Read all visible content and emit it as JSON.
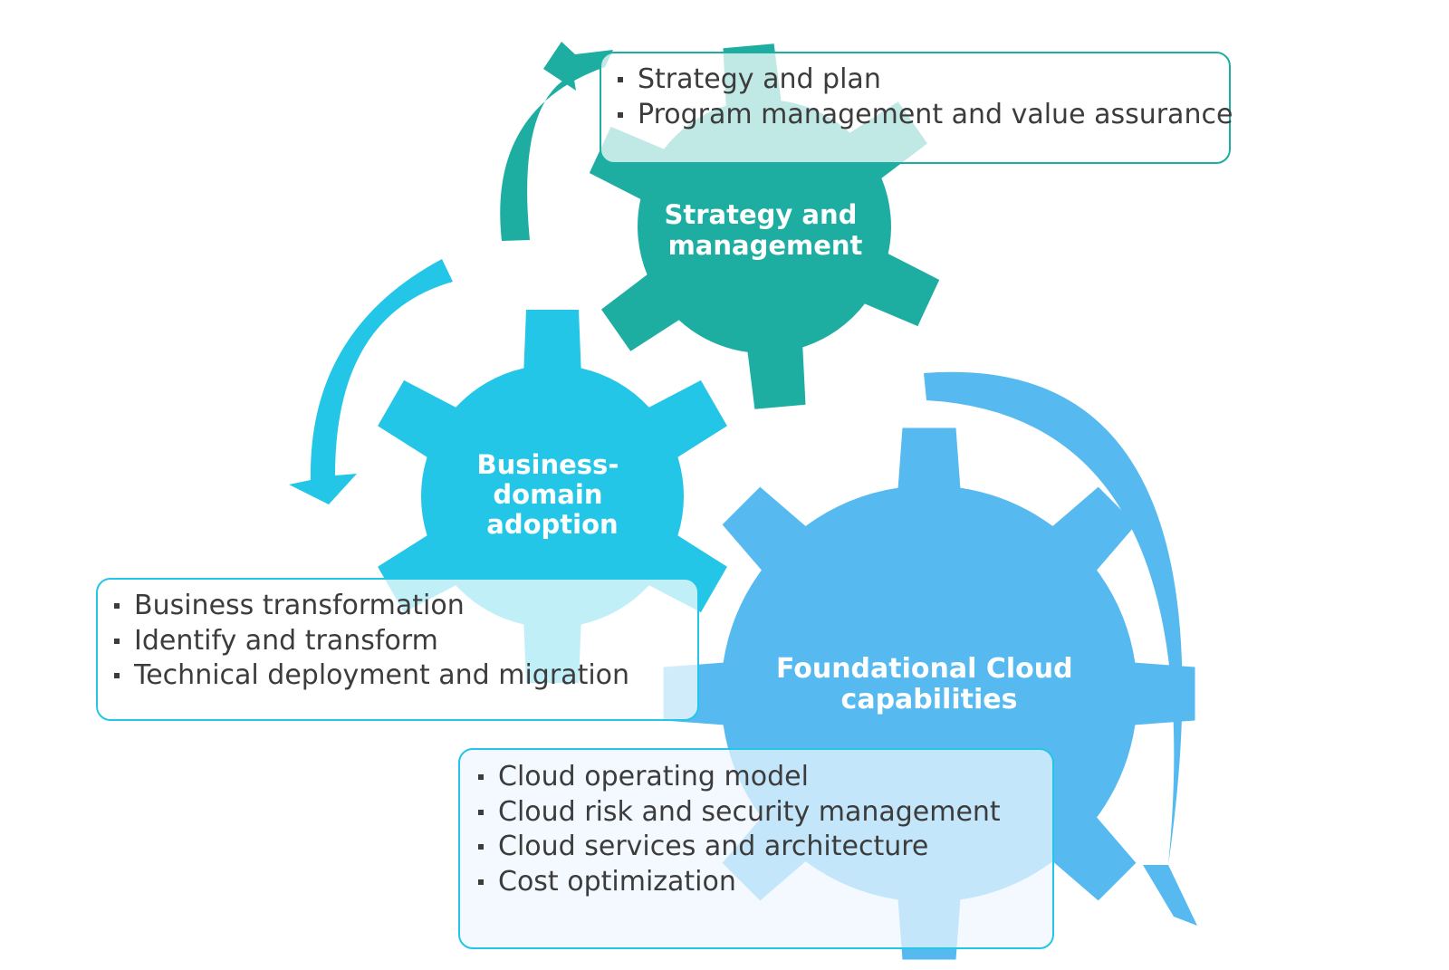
{
  "colors": {
    "strategy": "#1daea1",
    "business": "#23c6e6",
    "foundational": "#56baf0",
    "box_text": "#3c3c3c"
  },
  "gears": {
    "strategy": {
      "label_lines": [
        "Strategy and",
        "management"
      ]
    },
    "business": {
      "label_lines": [
        "Business-",
        "domain",
        "adoption"
      ]
    },
    "foundational": {
      "label_lines": [
        "Foundational Cloud",
        "capabilities"
      ]
    }
  },
  "boxes": {
    "strategy": {
      "items": [
        "Strategy and plan",
        "Program management and value assurance"
      ]
    },
    "business": {
      "items": [
        "Business transformation",
        "Identify and transform",
        "Technical deployment and migration"
      ]
    },
    "foundational": {
      "items": [
        "Cloud operating model",
        "Cloud risk and security management",
        "Cloud services and architecture",
        "Cost optimization"
      ]
    }
  }
}
